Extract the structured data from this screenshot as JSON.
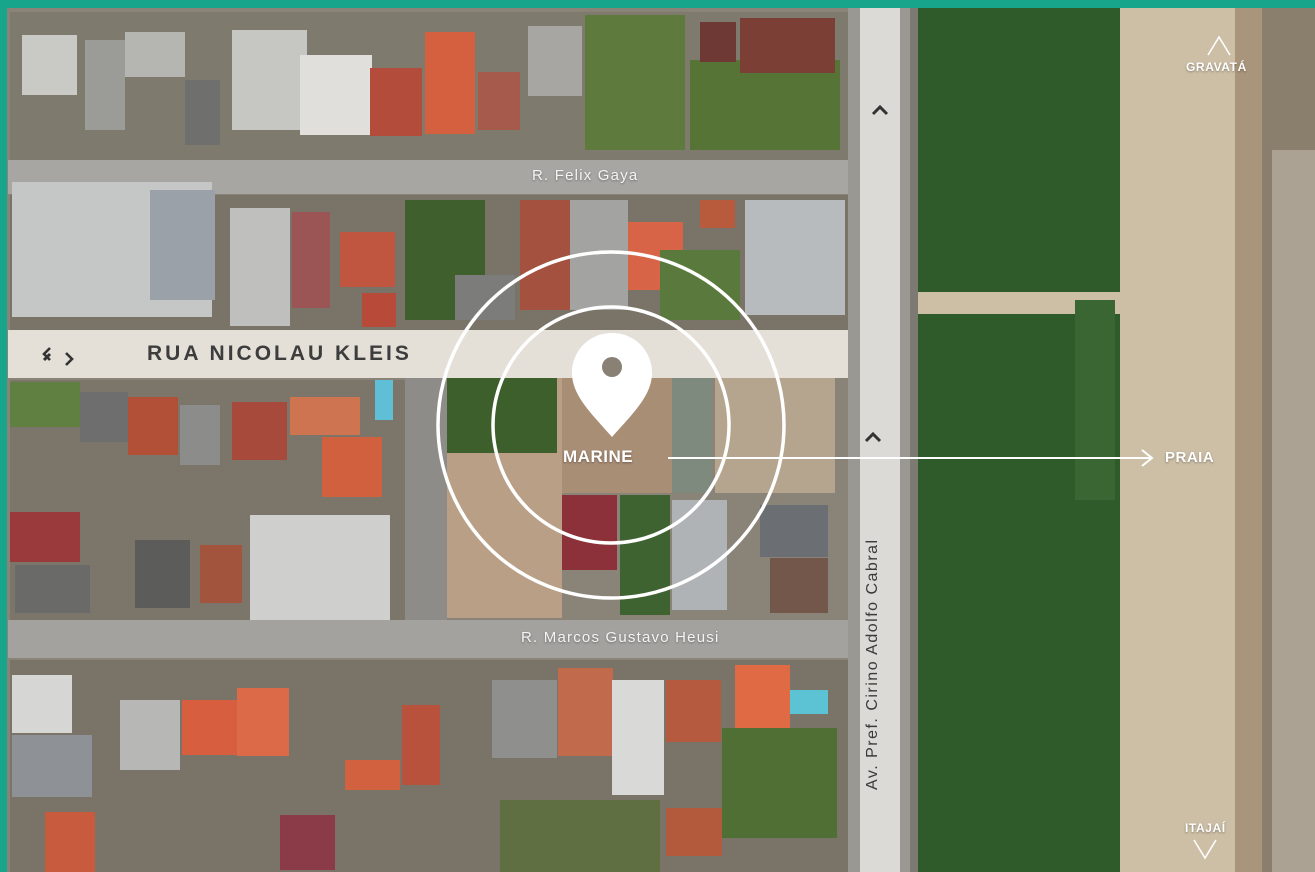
{
  "map": {
    "streets": {
      "felix_gaya": "R. Felix Gaya",
      "nicolau_kleis": "RUA NICOLAU KLEIS",
      "marcos_heusi": "R. Marcos Gustavo Heusi",
      "avenue": "Av. Pref. Cirino Adolfo Cabral"
    },
    "marker": {
      "label": "MARINE",
      "icon": "map-pin-icon"
    },
    "destination": {
      "label": "PRAIA",
      "icon": "arrow-right-icon"
    },
    "compass": {
      "north": {
        "label": "GRAVATÁ",
        "icon": "chevron-up-icon"
      },
      "south": {
        "label": "ITAJAÍ",
        "icon": "chevron-down-icon"
      }
    },
    "nav_icons": [
      "chevron-left-icon",
      "chevron-right-icon",
      "chevron-up-icon"
    ],
    "colors": {
      "frame": "#17a58c",
      "vegetation": "#2f5a2a",
      "sand": "#cdbfa6",
      "sea": "#8a7f6c",
      "road": "#9c9a96",
      "avenue_surface": "#dcdad6"
    }
  }
}
